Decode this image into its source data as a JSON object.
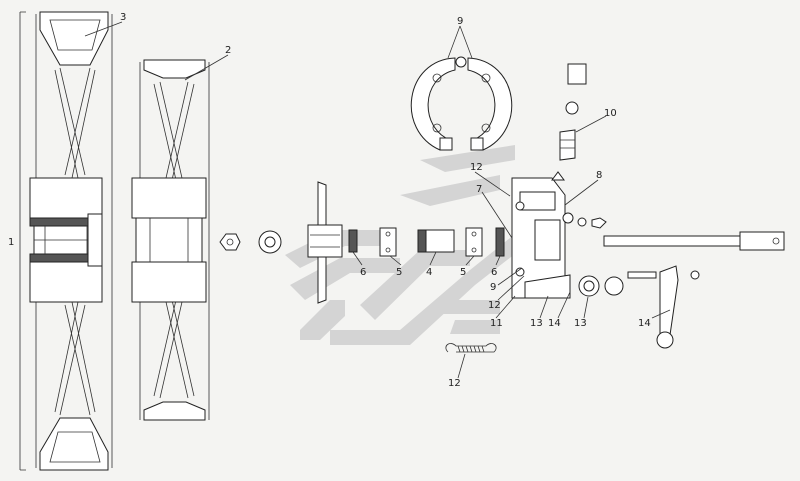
{
  "callouts": {
    "c1": "1",
    "c2": "2",
    "c3": "3",
    "c4": "4",
    "c5a": "5",
    "c5b": "5",
    "c6a": "6",
    "c6b": "6",
    "c7": "7",
    "c8": "8",
    "c9a": "9",
    "c9b": "9",
    "c10": "10",
    "c11": "11",
    "c12a": "12",
    "c12b": "12",
    "c12c": "12",
    "c13a": "13",
    "c13b": "13",
    "c14a": "14",
    "c14b": "14"
  },
  "colors": {
    "line": "#222222",
    "watermark": "#c9c9c9",
    "background": "#f4f4f2"
  }
}
